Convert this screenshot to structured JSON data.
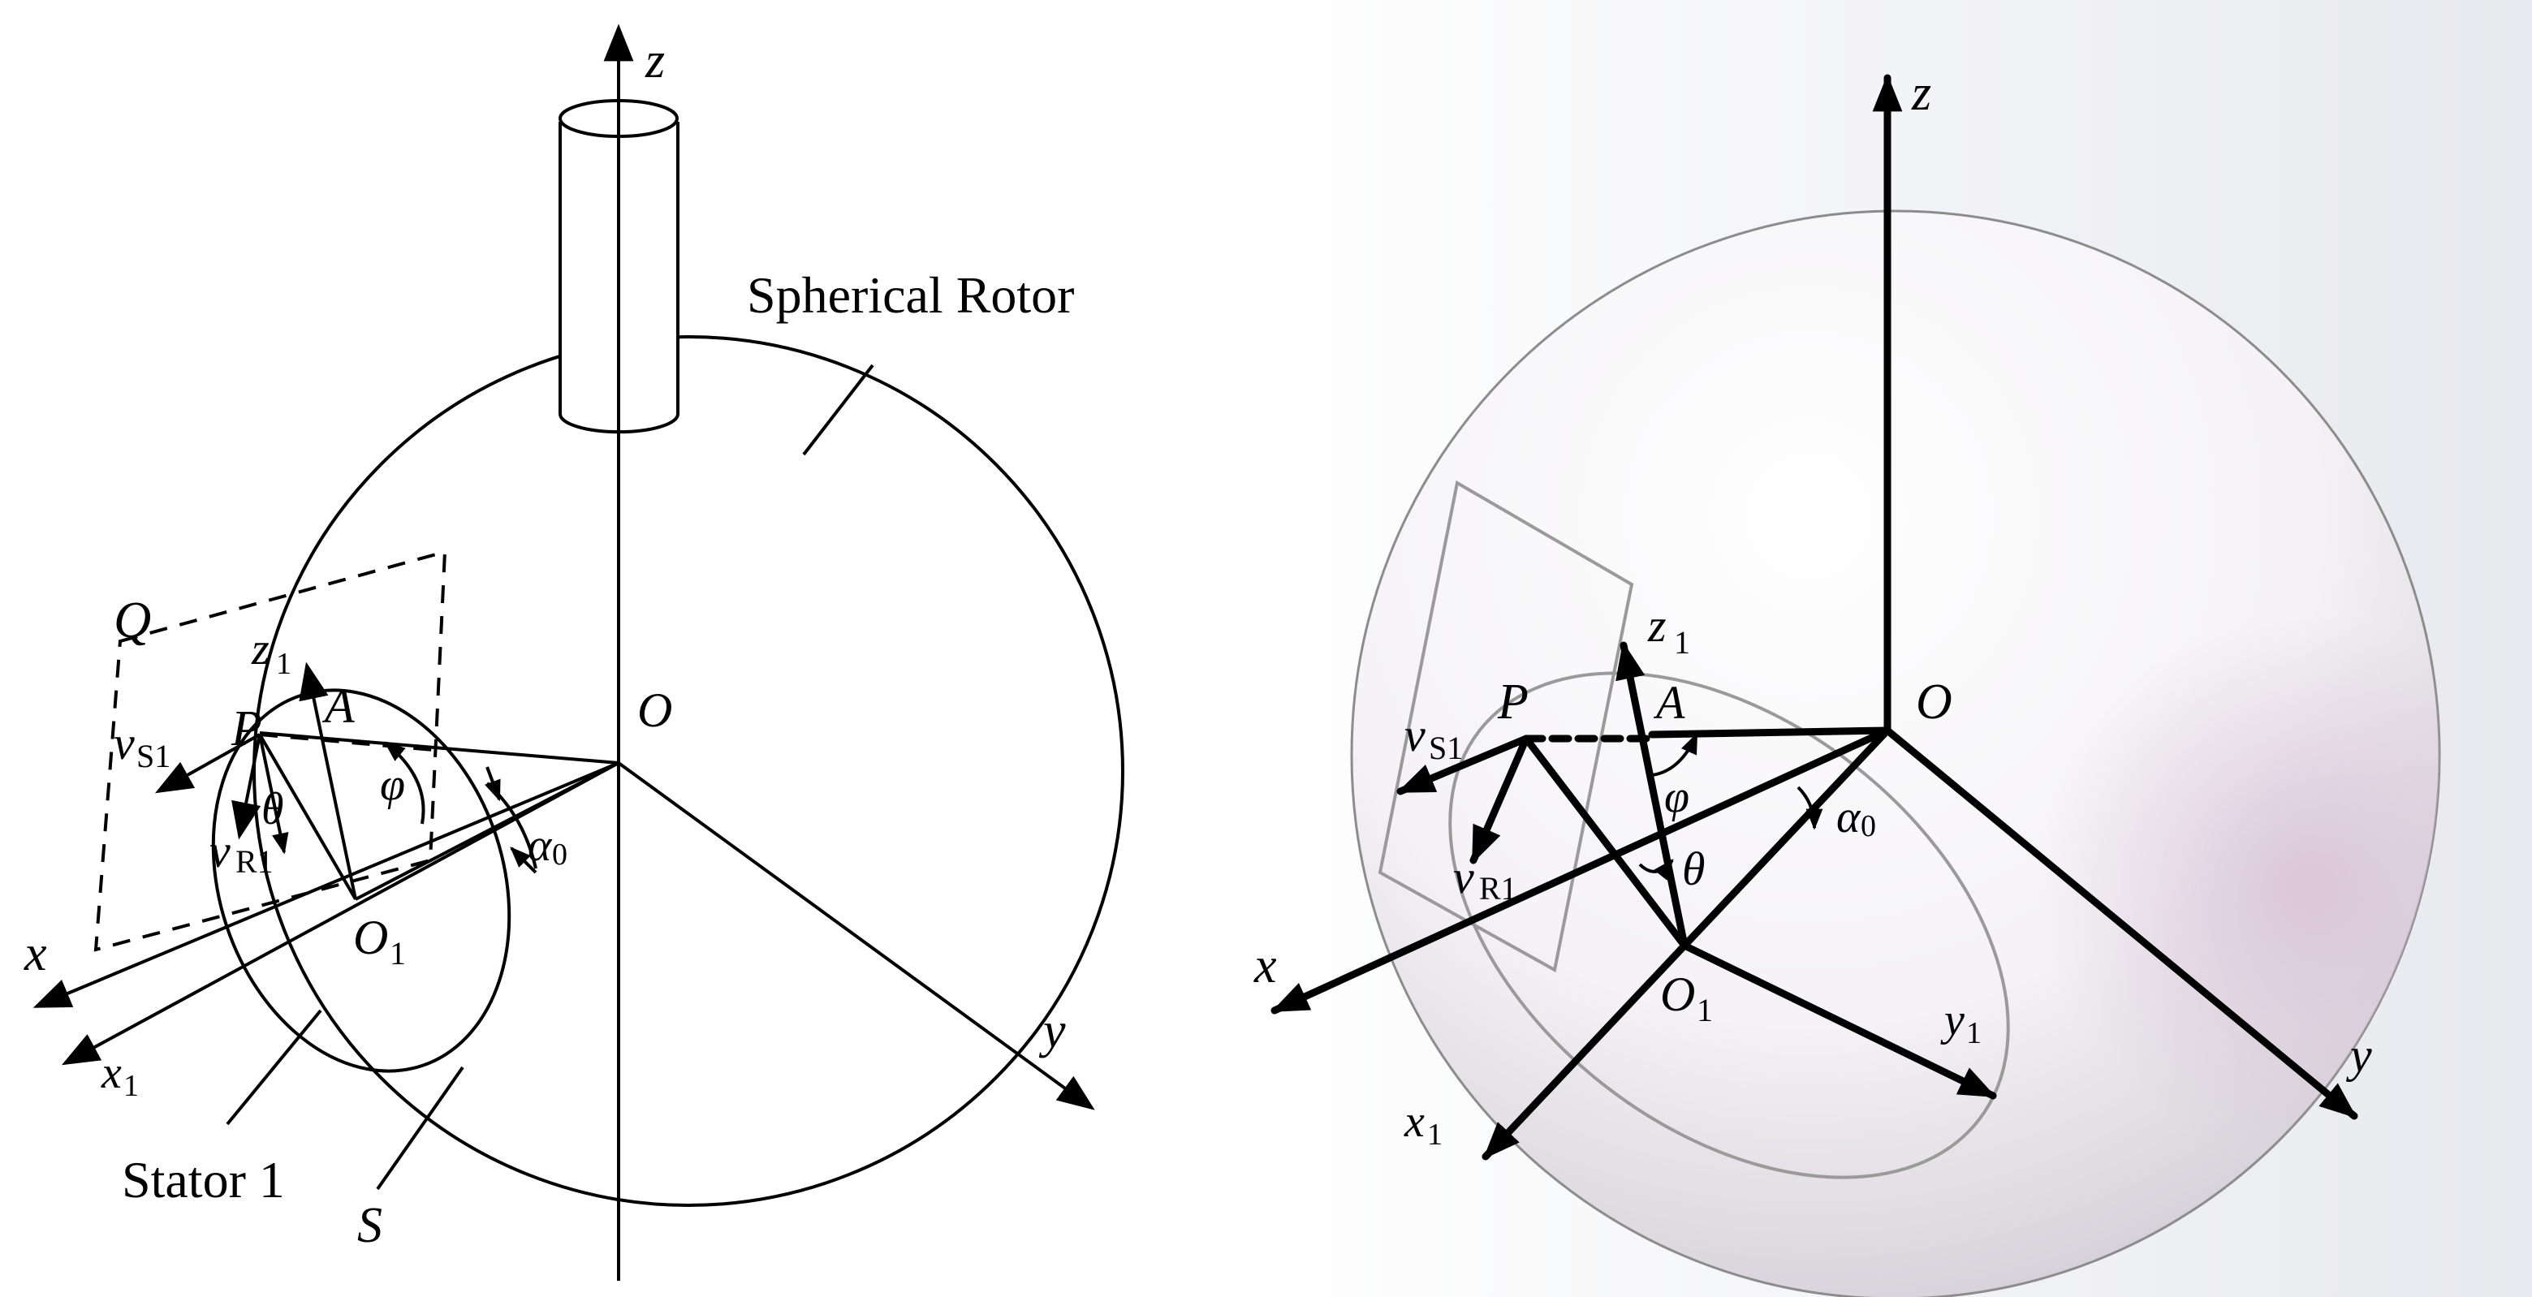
{
  "left_figure": {
    "spherical_rotor_label": "Spherical Rotor",
    "stator_label": "Stator 1",
    "axes": {
      "z": "z",
      "x": "x",
      "y": "y",
      "x1": "x",
      "x1_sub": "1",
      "z1": "z",
      "z1_sub": "1"
    },
    "points": {
      "O": "O",
      "O1": "O",
      "O1_sub": "1",
      "P": "P",
      "A": "A",
      "Q": "Q",
      "S": "S"
    },
    "velocities": {
      "vS1": "v",
      "vS1_sub": "S1",
      "vR1": "v",
      "vR1_sub": "R1"
    },
    "angles": {
      "theta": "θ",
      "phi": "φ",
      "alpha0": "α",
      "alpha0_sub": "0"
    }
  },
  "right_figure": {
    "axes": {
      "z": "z",
      "x": "x",
      "y": "y",
      "x1": "x",
      "x1_sub": "1",
      "y1": "y",
      "y1_sub": "1",
      "z1": "z",
      "z1_sub": "1"
    },
    "points": {
      "O": "O",
      "O1": "O",
      "O1_sub": "1",
      "P": "P",
      "A": "A"
    },
    "velocities": {
      "vS1": "v",
      "vS1_sub": "S1",
      "vR1": "v",
      "vR1_sub": "R1"
    },
    "angles": {
      "theta": "θ",
      "phi": "φ",
      "alpha0": "α",
      "alpha0_sub": "0"
    }
  },
  "colors": {
    "line": "#000000",
    "plane_grey": "#9a9a9a",
    "sphere_shade": "#d8d4da",
    "sphere_tint": "#c9b8cc"
  }
}
